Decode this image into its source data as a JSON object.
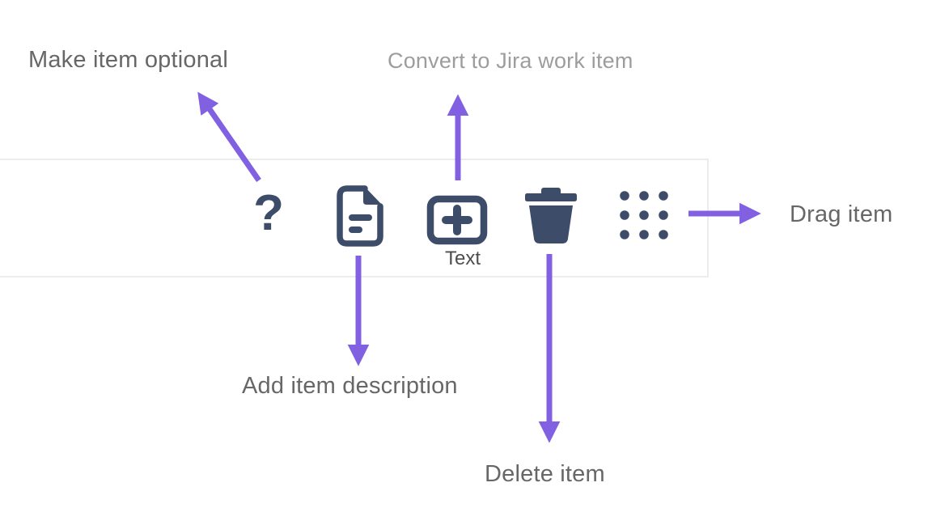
{
  "colors": {
    "background": "#ffffff",
    "icon": "#3d4d69",
    "arrow": "#8161e2",
    "label_dark": "#676767",
    "label_light": "#9d9d9d",
    "toolbar_border": "#ececec"
  },
  "toolbar": {
    "icons": [
      {
        "name": "question-mark-icon",
        "glyph": "?",
        "action": "Make item optional"
      },
      {
        "name": "document-icon",
        "action": "Add item description"
      },
      {
        "name": "insert-plus-icon",
        "caption": "Text",
        "action": "Convert to Jira work item"
      },
      {
        "name": "trash-icon",
        "action": "Delete item"
      },
      {
        "name": "drag-dots-icon",
        "action": "Drag item"
      }
    ]
  },
  "annotations": [
    {
      "text": "Make item optional",
      "style": "dark"
    },
    {
      "text": "Convert to Jira work item",
      "style": "light"
    },
    {
      "text": "Add item description",
      "style": "dark"
    },
    {
      "text": "Delete item",
      "style": "dark"
    },
    {
      "text": "Drag item",
      "style": "dark"
    }
  ]
}
